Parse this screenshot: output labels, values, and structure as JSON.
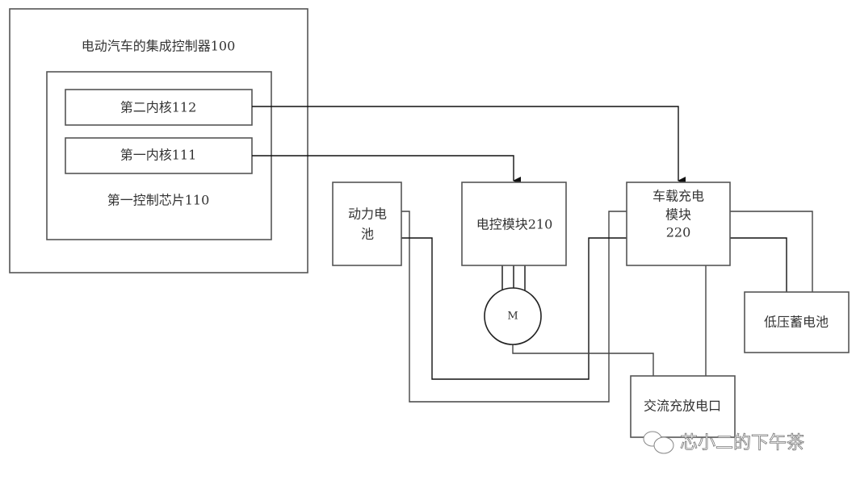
{
  "controller": {
    "title": "电动汽车的集成控制器100"
  },
  "chip": {
    "label": "第一控制芯片110"
  },
  "core2": {
    "label": "第二内核112"
  },
  "core1": {
    "label": "第一内核111"
  },
  "power_battery": {
    "line1": "动力电",
    "line2": "池"
  },
  "motor_controller": {
    "label": "电控模块210"
  },
  "motor": {
    "label": "M"
  },
  "charger": {
    "line1": "车载充电",
    "line2": "模块",
    "line3": "220"
  },
  "lv_battery": {
    "label": "低压蓄电池"
  },
  "ac_port": {
    "label": "交流充放电口"
  },
  "watermark": {
    "text": "芯小二的下午茶",
    "icon": "wechat-icon"
  }
}
